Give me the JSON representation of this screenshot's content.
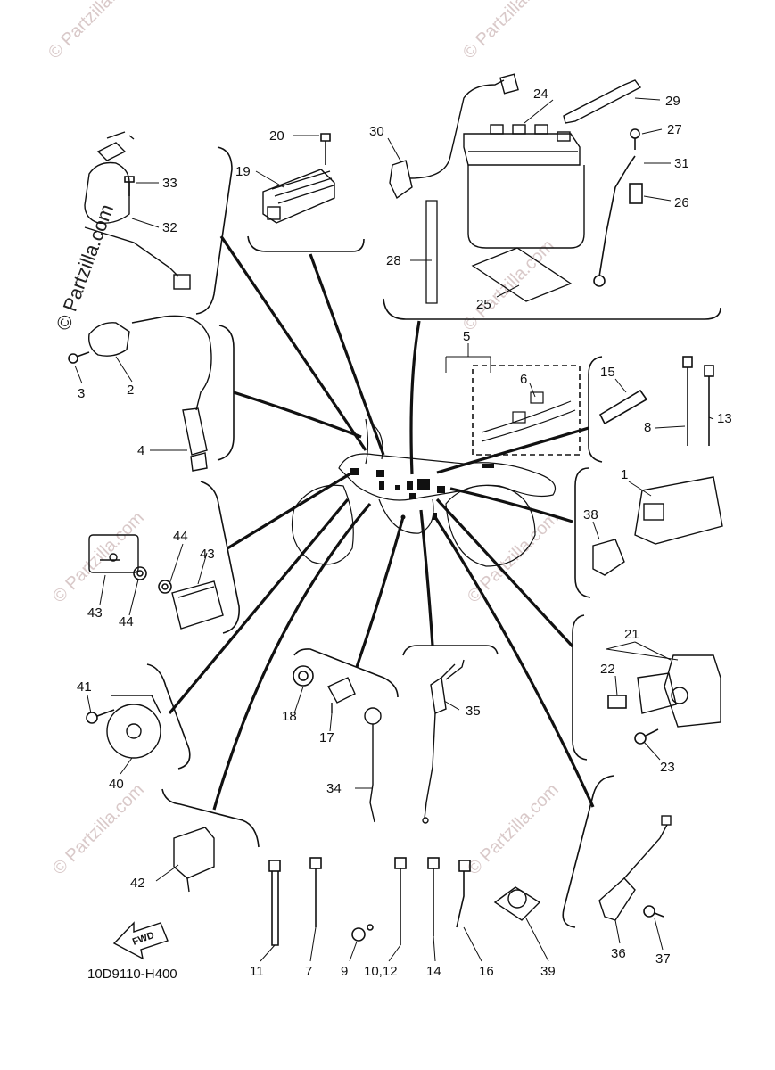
{
  "watermark": "© Partzilla.com",
  "diagram_code": "10D9110-H400",
  "fwd_label": "FWD",
  "callouts": [
    {
      "id": "n24",
      "label": "24"
    },
    {
      "id": "n29",
      "label": "29"
    },
    {
      "id": "n30",
      "label": "30"
    },
    {
      "id": "n27",
      "label": "27"
    },
    {
      "id": "n31",
      "label": "31"
    },
    {
      "id": "n26",
      "label": "26"
    },
    {
      "id": "n28",
      "label": "28"
    },
    {
      "id": "n25",
      "label": "25"
    },
    {
      "id": "n20",
      "label": "20"
    },
    {
      "id": "n19",
      "label": "19"
    },
    {
      "id": "n33",
      "label": "33"
    },
    {
      "id": "n32",
      "label": "32"
    },
    {
      "id": "n3",
      "label": "3"
    },
    {
      "id": "n2",
      "label": "2"
    },
    {
      "id": "n4",
      "label": "4"
    },
    {
      "id": "n5",
      "label": "5"
    },
    {
      "id": "n6",
      "label": "6"
    },
    {
      "id": "n15",
      "label": "15"
    },
    {
      "id": "n8",
      "label": "8"
    },
    {
      "id": "n13",
      "label": "13"
    },
    {
      "id": "n1",
      "label": "1"
    },
    {
      "id": "n38",
      "label": "38"
    },
    {
      "id": "n44a",
      "label": "44"
    },
    {
      "id": "n43a",
      "label": "43"
    },
    {
      "id": "n43b",
      "label": "43"
    },
    {
      "id": "n44b",
      "label": "44"
    },
    {
      "id": "n21",
      "label": "21"
    },
    {
      "id": "n22",
      "label": "22"
    },
    {
      "id": "n23",
      "label": "23"
    },
    {
      "id": "n41",
      "label": "41"
    },
    {
      "id": "n40",
      "label": "40"
    },
    {
      "id": "n18",
      "label": "18"
    },
    {
      "id": "n17",
      "label": "17"
    },
    {
      "id": "n35",
      "label": "35"
    },
    {
      "id": "n34",
      "label": "34"
    },
    {
      "id": "n42",
      "label": "42"
    },
    {
      "id": "n11",
      "label": "11"
    },
    {
      "id": "n7",
      "label": "7"
    },
    {
      "id": "n9",
      "label": "9"
    },
    {
      "id": "n1012",
      "label": "10,12"
    },
    {
      "id": "n14",
      "label": "14"
    },
    {
      "id": "n16",
      "label": "16"
    },
    {
      "id": "n39",
      "label": "39"
    },
    {
      "id": "n36",
      "label": "36"
    },
    {
      "id": "n37",
      "label": "37"
    }
  ]
}
